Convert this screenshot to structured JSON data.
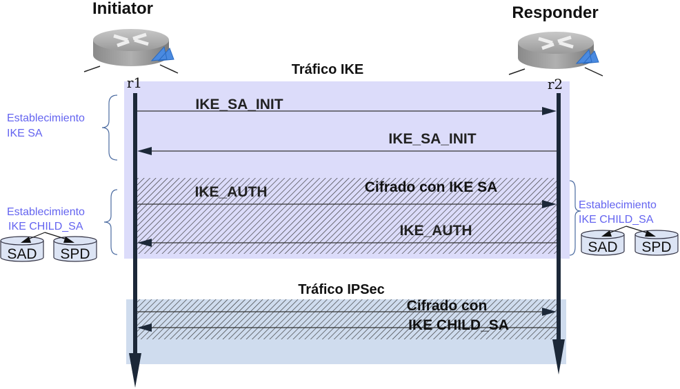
{
  "initiator": {
    "title": "Initiator",
    "node": "r1"
  },
  "responder": {
    "title": "Responder",
    "node": "r2"
  },
  "ike_section": {
    "title": "Tráfico IKE",
    "messages": [
      "IKE_SA_INIT",
      "IKE_SA_INIT",
      "IKE_AUTH",
      "IKE_AUTH"
    ],
    "encrypted_label": "Cifrado con IKE SA"
  },
  "ipsec_section": {
    "title": "Tráfico IPSec",
    "encrypted_label_line1": "Cifrado con",
    "encrypted_label_line2": "IKE CHILD_SA"
  },
  "annotations": {
    "ike_sa_line1": "Establecimiento",
    "ike_sa_line2": "IKE SA",
    "child_sa_left_line1": "Establecimiento",
    "child_sa_left_line2": "IKE CHILD_SA",
    "child_sa_right_line1": "Establecimiento",
    "child_sa_right_line2": "IKE CHILD_SA"
  },
  "databases": {
    "sad": "SAD",
    "spd": "SPD"
  },
  "colors": {
    "ike_bg": "#dcdcfa",
    "ipsec_bg": "#cfdcee",
    "annotation": "#6464f0",
    "lifeline": "#1c2838"
  }
}
